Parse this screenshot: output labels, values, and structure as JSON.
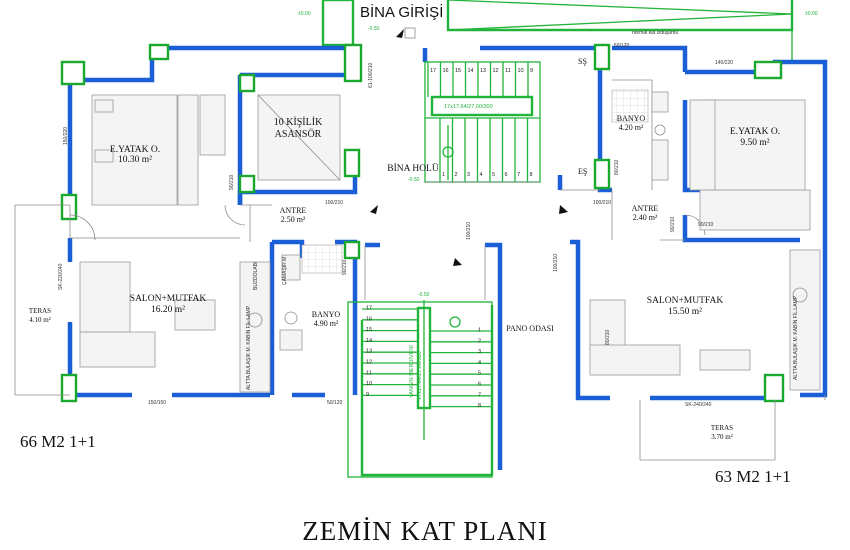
{
  "title": "ZEMİN KAT PLANI",
  "entrance_label": "BİNA GİRİŞİ",
  "unit_left": "66 M2 1+1",
  "unit_right": "63 M2 1+1",
  "rooms": {
    "left_bedroom": {
      "name": "E.YATAK O.",
      "area": "10.30 m²"
    },
    "elevator": {
      "name_line1": "10 KİŞİLİK",
      "name_line2": "ASANSÖR"
    },
    "left_antre": {
      "name": "ANTRE",
      "area": "2.50 m²"
    },
    "left_salon": {
      "name": "SALON+MUTFAK",
      "area": "16.20 m²"
    },
    "left_banyo": {
      "name": "BANYO",
      "area": "4.90 m²"
    },
    "left_teras": {
      "name": "TERAS",
      "area": "4.10 m²"
    },
    "hall": {
      "name": "BİNA HOLÜ"
    },
    "pano": {
      "name": "PANO ODASI"
    },
    "right_banyo": {
      "name": "BANYO",
      "area": "4.20 m²"
    },
    "right_bedroom": {
      "name": "E.YATAK O.",
      "area": "9.50 m²"
    },
    "right_antre": {
      "name": "ANTRE",
      "area": "2.40 m²"
    },
    "right_salon": {
      "name": "SALON+MUTFAK",
      "area": "15.50 m²"
    },
    "right_teras": {
      "name": "TERAS",
      "area": "3.70 m²"
    }
  },
  "stairs": {
    "upper_steps": [
      "17",
      "16",
      "15",
      "14",
      "13",
      "12",
      "11",
      "10",
      "9",
      "1",
      "2",
      "3",
      "4",
      "5",
      "6",
      "7",
      "8"
    ],
    "upper_spec": "17x17.64/27.00/300",
    "lower_steps": [
      "17",
      "16",
      "15",
      "14",
      "13",
      "12",
      "11",
      "10",
      "9",
      "1",
      "2",
      "3",
      "4",
      "5",
      "6",
      "7",
      "8"
    ],
    "lower_spec": "17x17.64/27.00/300",
    "lower_note": "YANGIN MERDİVENİ",
    "ss": "SŞ",
    "es": "EŞ"
  },
  "dimensions": {
    "d_50_120_top": "50/120",
    "d_140_220": "140/220",
    "d_150_220": "150/220",
    "d_90_210_a": "90/210",
    "d_80_210": "80/210",
    "d_100_210_left": "100/210",
    "d_100_210_right": "100/210",
    "d_90_210_right": "90/210",
    "d_50_120_bottom": "50/120",
    "d_150_150": "150/150",
    "d_sk_220_240": "SK-220/240",
    "d_sk_240_240": "SK-240/240",
    "d_61_100_210": "61-100/210",
    "d_100_210_mid": "100/210",
    "d_90_210_mid": "90/210",
    "d_100_210_pano": "100/210",
    "d_80_210_right": "80/210",
    "d_90_210_left_bed": "90/210"
  },
  "levels": {
    "top_left": "±0.00",
    "top_mid": "-0.50",
    "top_right": "±0.00",
    "hall": "-0.50",
    "lower_stair": "-0.50"
  },
  "misc_labels": {
    "ramp": "normal kat izdüşümü",
    "cmsr": "ÇAMAŞIR M.",
    "bzdolabi": "BUZDOLABI",
    "altta_left": "ALTTA BULAŞIK M. KABİN FİL.LAMP.",
    "altta_right": "ALTTA BULAŞIK M. KABİN FİL.LAMP."
  }
}
